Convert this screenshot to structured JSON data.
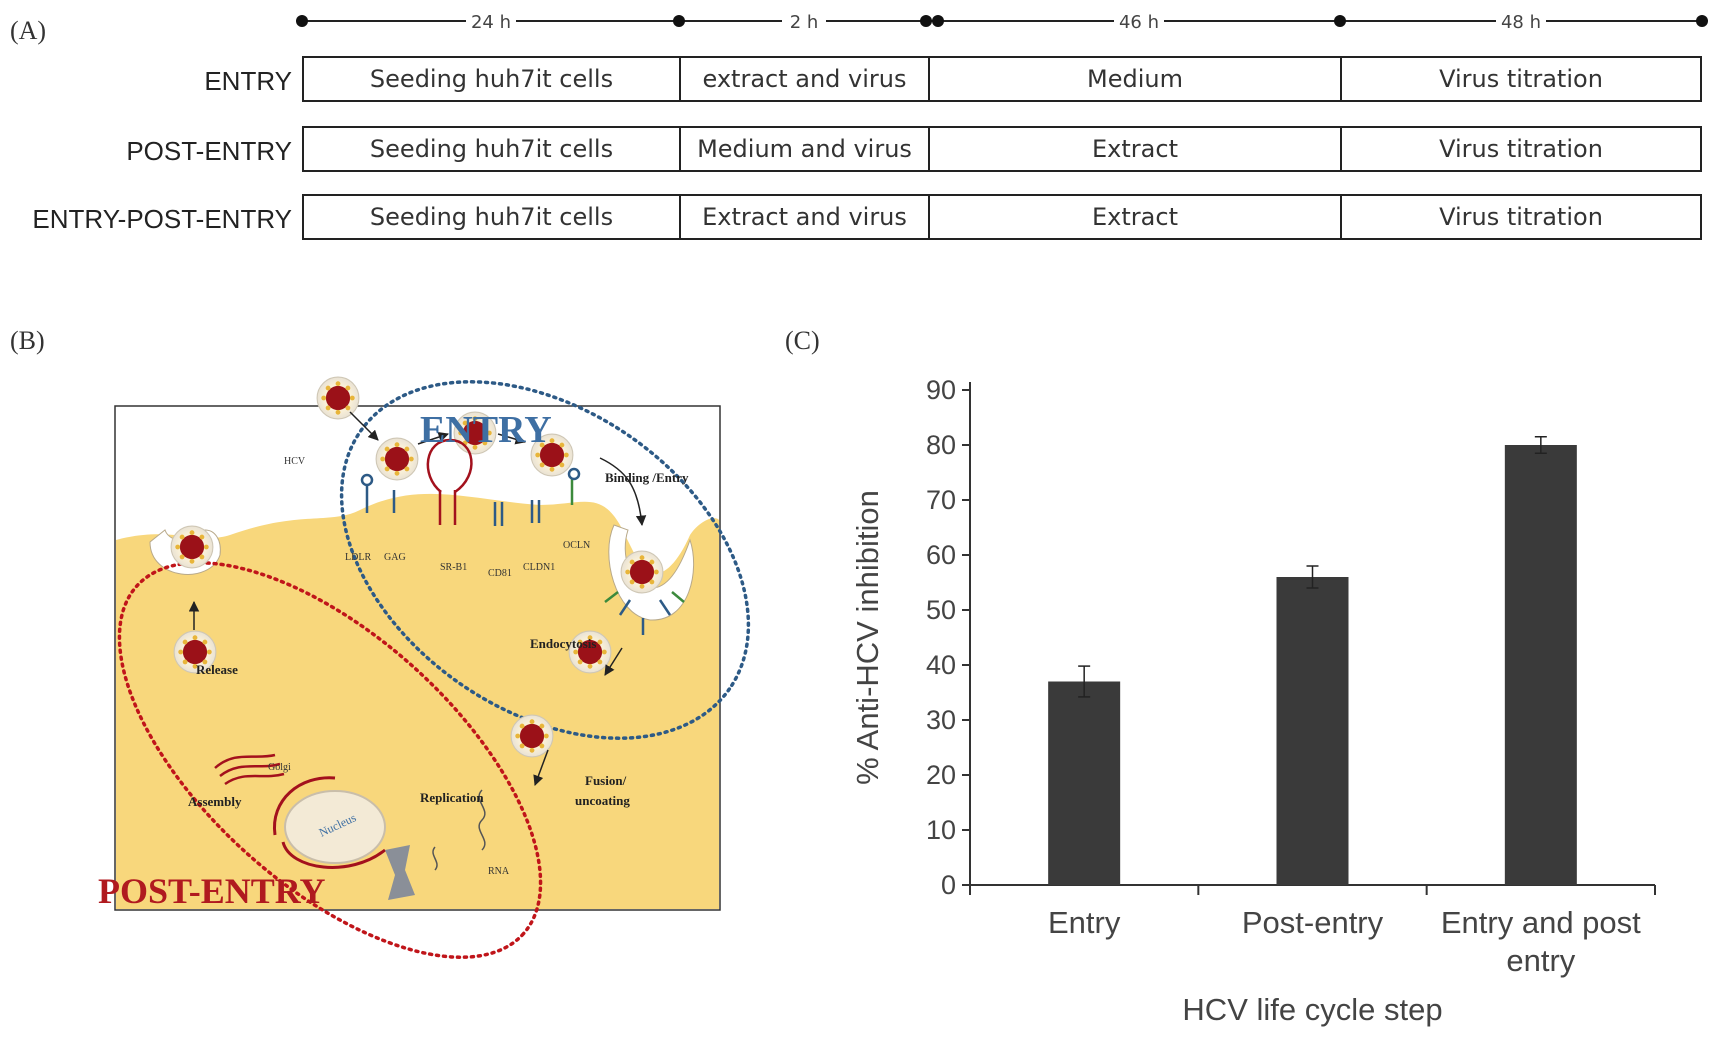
{
  "panel_a": {
    "label": "(A)",
    "durations": [
      "24 h",
      "2 h",
      "46 h",
      "48 h"
    ],
    "rows": [
      {
        "name": "ENTRY",
        "steps": [
          "Seeding huh7it cells",
          "extract and virus",
          "Medium",
          "Virus titration"
        ]
      },
      {
        "name": "POST-ENTRY",
        "steps": [
          "Seeding huh7it cells",
          "Medium and virus",
          "Extract",
          "Virus titration"
        ]
      },
      {
        "name": "ENTRY-POST-ENTRY",
        "steps": [
          "Seeding huh7it cells",
          "Extract and virus",
          "Extract",
          "Virus titration"
        ]
      }
    ]
  },
  "panel_b": {
    "label": "(B)",
    "entry_title": "ENTRY",
    "post_entry_title": "POST-ENTRY",
    "labels": {
      "hcv": "HCV",
      "binding": "Binding /Entry",
      "endocytosis": "Endocytosis",
      "fusion": "Fusion/",
      "uncoating": "uncoating",
      "replication": "Replication",
      "assembly": "Assembly",
      "release": "Release",
      "golgi": "Golgi",
      "nucleus": "Nucleus",
      "rna": "RNA",
      "ldlr": "LDLR",
      "gag": "GAG",
      "srb1": "SR-B1",
      "cd81": "CD81",
      "cldn1": "CLDN1",
      "ocln": "OCLN"
    },
    "colors": {
      "cell": "#f8d77c",
      "entry_ring": "#2d5a86",
      "post_ring": "#c0151a",
      "virus": "#9b1118"
    }
  },
  "panel_c": {
    "label": "(C)"
  },
  "chart_data": {
    "type": "bar",
    "categories": [
      "Entry",
      "Post-entry",
      "Entry and post entry"
    ],
    "values": [
      37,
      56,
      80
    ],
    "errors": [
      2.8,
      2.0,
      1.5
    ],
    "xlabel": "HCV life cycle step",
    "ylabel": "% Anti-HCV inhibition",
    "ylim": [
      0,
      90
    ],
    "yticks": [
      0,
      10,
      20,
      30,
      40,
      50,
      60,
      70,
      80,
      90
    ],
    "bar_color": "#3a3a3a",
    "grid": false
  }
}
